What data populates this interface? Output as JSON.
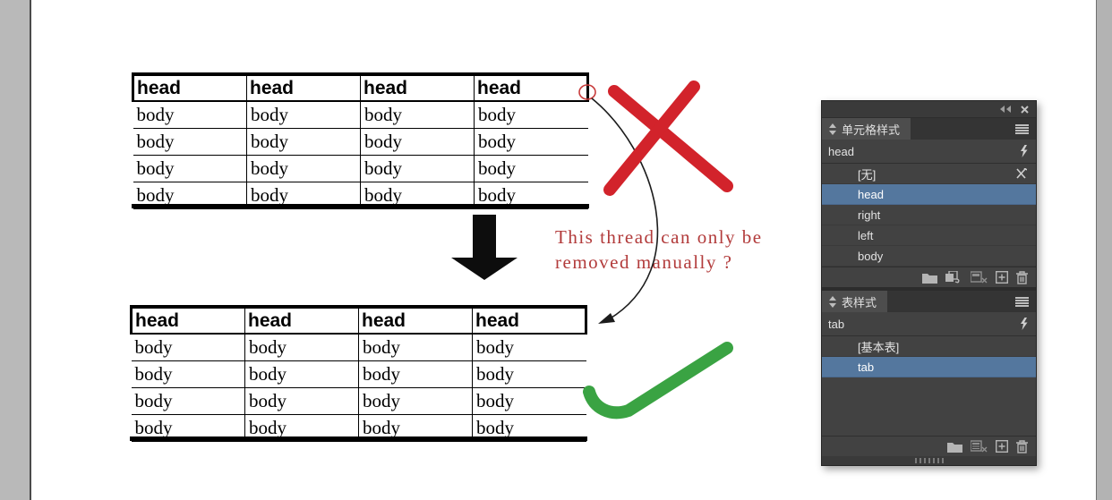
{
  "canvas": {
    "tables": [
      {
        "name": "original-table",
        "headers": [
          "head",
          "head",
          "head",
          "head"
        ],
        "rows": [
          [
            "body",
            "body",
            "body",
            "body"
          ],
          [
            "body",
            "body",
            "body",
            "body"
          ],
          [
            "body",
            "body",
            "body",
            "body"
          ],
          [
            "body",
            "body",
            "body",
            "body"
          ]
        ]
      },
      {
        "name": "result-table",
        "headers": [
          "head",
          "head",
          "head",
          "head"
        ],
        "rows": [
          [
            "body",
            "body",
            "body",
            "body"
          ],
          [
            "body",
            "body",
            "body",
            "body"
          ],
          [
            "body",
            "body",
            "body",
            "body"
          ],
          [
            "body",
            "body",
            "body",
            "body"
          ]
        ]
      }
    ],
    "note": {
      "line1": "This thread can only be",
      "line2": "removed manually ?",
      "color": "#b23b3b"
    },
    "colors": {
      "cross": "#d2232b",
      "check": "#3aa343",
      "flow_arrow": "#0d0d0d",
      "circle": "#c83c3c",
      "curve": "#1c1c1c"
    }
  },
  "panels": {
    "titlebar_icons": {
      "collapse": "double-left-arrows",
      "close": "x"
    },
    "cell_styles": {
      "tab_label": "单元格样式",
      "applied_style": "head",
      "items": [
        {
          "label": "[无]"
        },
        {
          "label": "head",
          "selected": true
        },
        {
          "label": "right"
        },
        {
          "label": "left"
        },
        {
          "label": "body"
        }
      ]
    },
    "table_styles": {
      "tab_label": "表样式",
      "applied_style": "tab",
      "items": [
        {
          "label": "[基本表]"
        },
        {
          "label": "tab",
          "selected": true
        }
      ]
    }
  }
}
